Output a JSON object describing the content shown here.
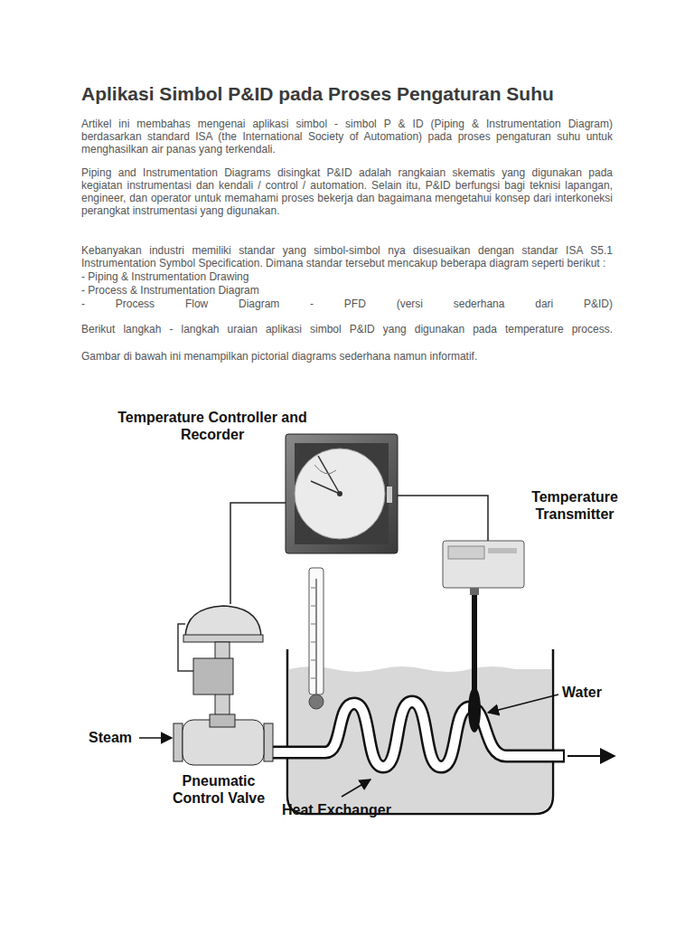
{
  "diagram": {
    "title": "Aplikasi Simbol P&ID pada Proses Pengaturan Suhu",
    "nodes": [
      {
        "text": [
          "Temperature Controller and Recorder"
        ]
      },
      {
        "text": [
          "Temperature Transmitter"
        ]
      },
      {
        "text": [
          "Pneumatic Control Valve"
        ]
      }
    ],
    "edges": [
      {
        "from": 0,
        "to": 1,
        "arrow": "none"
      },
      {
        "from": 0,
        "to": 2,
        "arrow": "none"
      }
    ],
    "labels": [
      "Artikel ini membahas mengenai aplikasi simbol - simbol P & ID (Piping & Instrumentation Diagram) berdasarkan standard ISA (the International Society of Automation) pada proses pengaturan suhu untuk menghasilkan air panas yang terkendali.",
      "Piping and Instrumentation Diagrams disingkat P&ID adalah rangkaian skematis yang digunakan pada kegiatan instrumentasi dan kendali / control / automation. Selain itu, P&ID berfungsi bagi teknisi lapangan, engineer, dan operator untuk memahami proses bekerja dan bagaimana mengetahui konsep dari interkoneksi perangkat instrumentasi yang digunakan.",
      "Kebanyakan industri memiliki standar yang simbol-simbol nya disesuaikan dengan standar ISA S5.1 Instrumentation Symbol Specification. Dimana standar tersebut mencakup beberapa diagram seperti berikut :",
      "- Piping & Instrumentation Drawing",
      "- Process & Instrumentation Diagram",
      "- Process Flow Diagram - PFD (versi sederhana dari P&ID)",
      "Berikut langkah - langkah uraian aplikasi simbol P&ID yang digunakan pada temperature process.",
      "Gambar di bawah ini menampilkan pictorial diagrams sederhana namun informatif.",
      "Steam",
      "Water",
      "Heat Exchanger"
    ]
  }
}
